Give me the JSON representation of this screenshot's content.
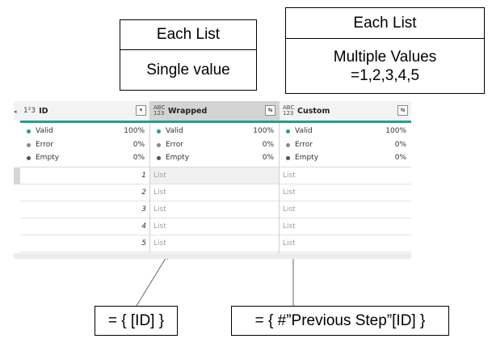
{
  "callouts": {
    "each_list_single": {
      "title": "Each List",
      "body": "Single value"
    },
    "each_list_multiple": {
      "title": "Each List",
      "body_line1": "Multiple Values",
      "body_line2": "=1,2,3,4,5"
    },
    "formula_id": "= { [ID] }",
    "formula_prev": "= { #”Previous Step”[ID] }"
  },
  "grid": {
    "columns": [
      {
        "name": "ID",
        "type_icon": "1²3",
        "button": "▾"
      },
      {
        "name": "Wrapped",
        "type_icon": "ABC 123",
        "button": "⇆"
      },
      {
        "name": "Custom",
        "type_icon": "ABC 123",
        "button": "⇆"
      }
    ],
    "stats_labels": [
      "Valid",
      "Error",
      "Empty"
    ],
    "stats_values": [
      "100%",
      "0%",
      "0%"
    ],
    "stat_colors": [
      "#1aa390",
      "#8a8a8a",
      "#555555"
    ],
    "id_values": [
      "1",
      "2",
      "3",
      "4",
      "5"
    ],
    "list_text": "List"
  },
  "icons": {
    "left_arrow": "◂"
  }
}
